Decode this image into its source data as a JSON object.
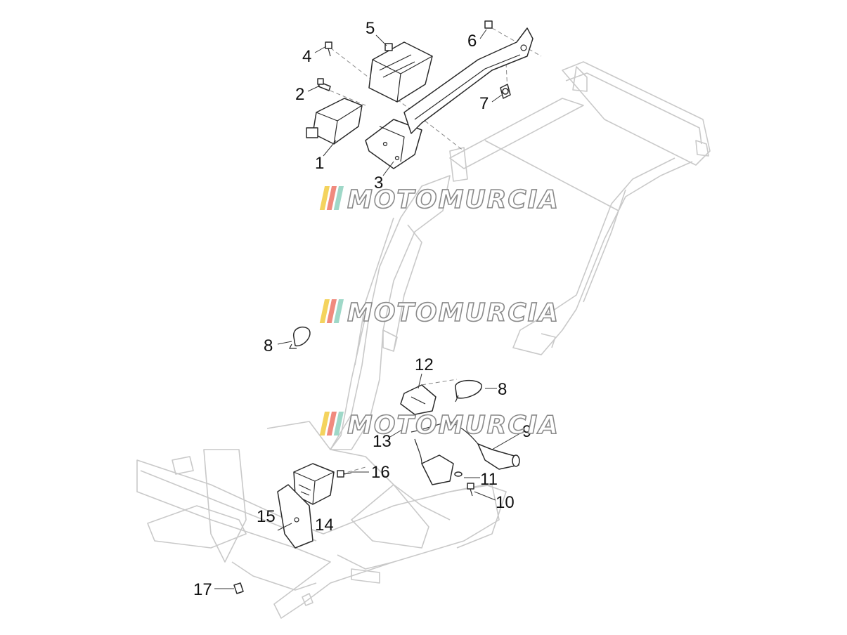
{
  "watermark": {
    "text": "MOTOMURCIA",
    "stripe_colors": [
      "#f4d35e",
      "#f08a7e",
      "#9fd8c8"
    ]
  },
  "callouts": [
    "1",
    "2",
    "3",
    "4",
    "5",
    "6",
    "7",
    "8",
    "8",
    "9",
    "10",
    "11",
    "12",
    "13",
    "14",
    "15",
    "16",
    "17"
  ],
  "colors": {
    "frame": "#c9c9c9",
    "parts": "#2a2a2a",
    "text": "#111111"
  }
}
